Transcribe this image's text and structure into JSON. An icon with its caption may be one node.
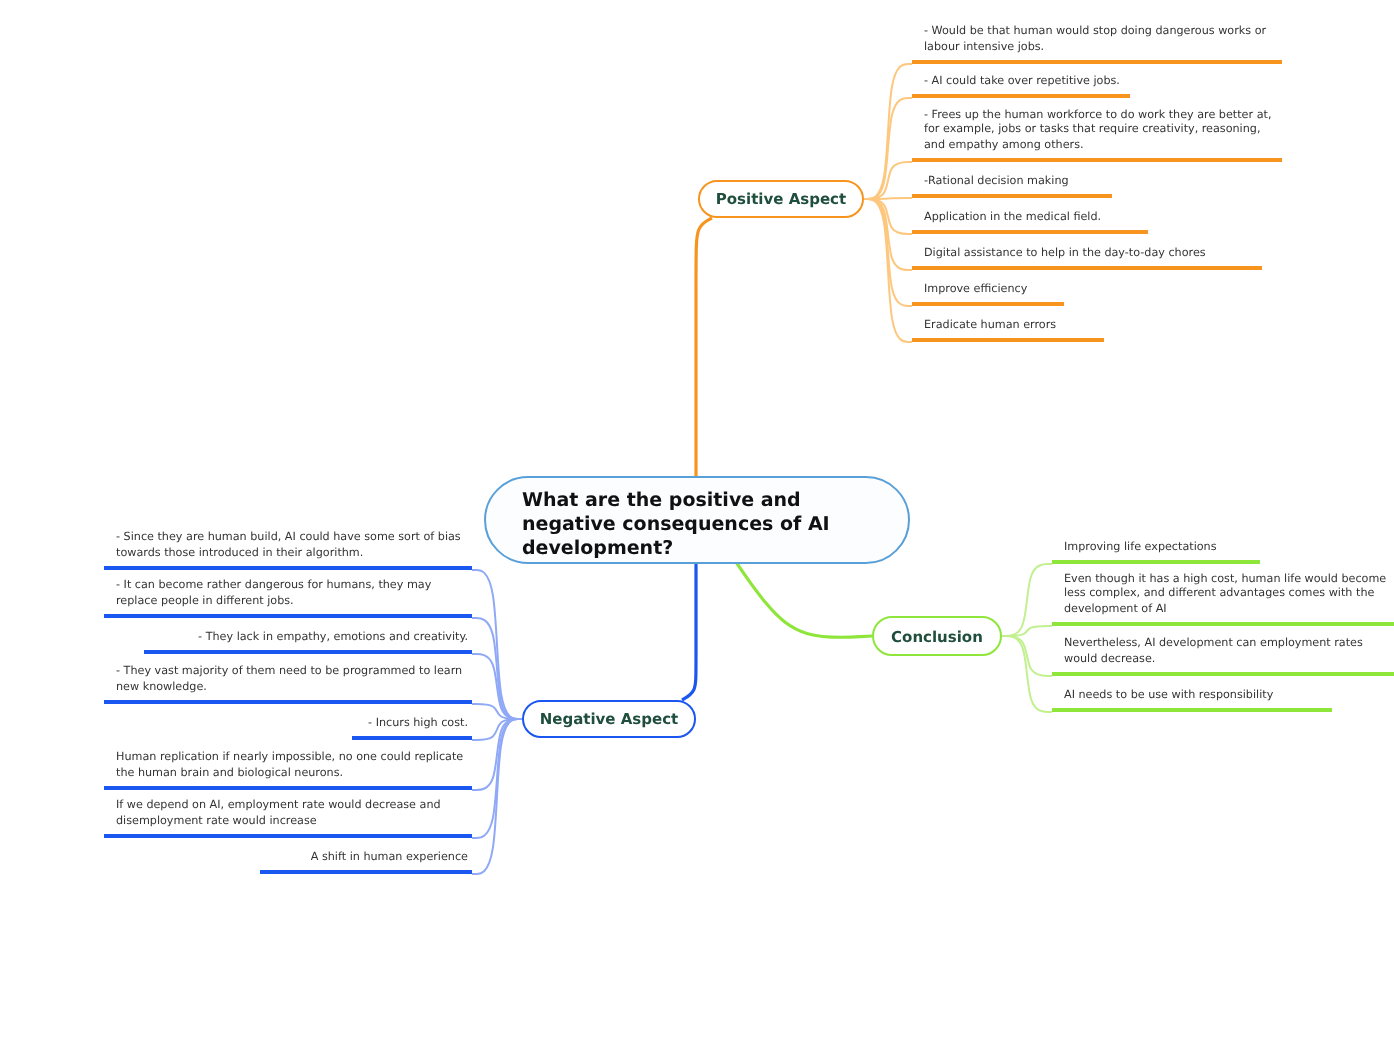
{
  "diagram": {
    "nodes": [
      {
        "text": [
          "What are the positive and negative consequences of AI development?"
        ]
      },
      {
        "text": [
          "Positive Aspect"
        ]
      },
      {
        "text": [
          "- Would be that human would stop doing dangerous works or labour intensive jobs."
        ]
      },
      {
        "text": [
          "- AI could take over repetitive jobs."
        ]
      },
      {
        "text": [
          "- Frees up the human workforce to do work they are better at, for example, jobs or tasks that require creativity, reasoning, and empathy among others."
        ]
      },
      {
        "text": [
          "-Rational decision making"
        ]
      },
      {
        "text": [
          "Application in the medical field."
        ]
      },
      {
        "text": [
          "Digital assistance to help in the day-to-day chores"
        ]
      },
      {
        "text": [
          "Improve efficiency"
        ]
      },
      {
        "text": [
          "Eradicate human errors"
        ]
      },
      {
        "text": [
          "Negative Aspect"
        ]
      },
      {
        "text": [
          "- Since they are human build, AI could have some sort of bias towards those introduced in their algorithm."
        ]
      },
      {
        "text": [
          "- It can become rather dangerous for humans, they may replace people in different jobs."
        ]
      },
      {
        "text": [
          "- They lack in empathy, emotions and creativity."
        ]
      },
      {
        "text": [
          "- They vast majority of them need to be programmed to learn new knowledge."
        ]
      },
      {
        "text": [
          "- Incurs high cost."
        ]
      },
      {
        "text": [
          "Human replication if nearly impossible, no one could replicate the human brain and biological neurons."
        ]
      },
      {
        "text": [
          "If we depend on AI, employment rate would decrease and disemployment rate would increase"
        ]
      },
      {
        "text": [
          "A shift in human experience"
        ]
      },
      {
        "text": [
          "Conclusion"
        ]
      },
      {
        "text": [
          "Improving life expectations"
        ]
      },
      {
        "text": [
          "Even though it has a high cost, human life would become less complex, and different advantages comes with the development of AI"
        ]
      },
      {
        "text": [
          "Nevertheless, AI development can employment rates would decrease."
        ]
      },
      {
        "text": [
          "AI needs to be use with responsibility"
        ]
      }
    ],
    "edges": [
      {
        "from": 0,
        "to": 1,
        "arrow": "none",
        "color": "#f7941d"
      },
      {
        "from": 1,
        "to": 2,
        "arrow": "none",
        "color": "#fdc77e"
      },
      {
        "from": 1,
        "to": 3,
        "arrow": "none",
        "color": "#fdc77e"
      },
      {
        "from": 1,
        "to": 4,
        "arrow": "none",
        "color": "#fdc77e"
      },
      {
        "from": 1,
        "to": 5,
        "arrow": "none",
        "color": "#fdc77e"
      },
      {
        "from": 1,
        "to": 6,
        "arrow": "none",
        "color": "#fdc77e"
      },
      {
        "from": 1,
        "to": 7,
        "arrow": "none",
        "color": "#fdc77e"
      },
      {
        "from": 1,
        "to": 8,
        "arrow": "none",
        "color": "#fdc77e"
      },
      {
        "from": 1,
        "to": 9,
        "arrow": "none",
        "color": "#fdc77e"
      },
      {
        "from": 0,
        "to": 10,
        "arrow": "none",
        "color": "#1a56f0"
      },
      {
        "from": 10,
        "to": 11,
        "arrow": "none",
        "color": "#8fa9f7"
      },
      {
        "from": 10,
        "to": 12,
        "arrow": "none",
        "color": "#8fa9f7"
      },
      {
        "from": 10,
        "to": 13,
        "arrow": "none",
        "color": "#8fa9f7"
      },
      {
        "from": 10,
        "to": 14,
        "arrow": "none",
        "color": "#8fa9f7"
      },
      {
        "from": 10,
        "to": 15,
        "arrow": "none",
        "color": "#8fa9f7"
      },
      {
        "from": 10,
        "to": 16,
        "arrow": "none",
        "color": "#8fa9f7"
      },
      {
        "from": 10,
        "to": 17,
        "arrow": "none",
        "color": "#8fa9f7"
      },
      {
        "from": 10,
        "to": 18,
        "arrow": "none",
        "color": "#8fa9f7"
      },
      {
        "from": 0,
        "to": 19,
        "arrow": "none",
        "color": "#8ee63a"
      },
      {
        "from": 19,
        "to": 20,
        "arrow": "none",
        "color": "#c2f08f"
      },
      {
        "from": 19,
        "to": 21,
        "arrow": "none",
        "color": "#c2f08f"
      },
      {
        "from": 19,
        "to": 22,
        "arrow": "none",
        "color": "#c2f08f"
      },
      {
        "from": 19,
        "to": 23,
        "arrow": "none",
        "color": "#c2f08f"
      }
    ]
  }
}
